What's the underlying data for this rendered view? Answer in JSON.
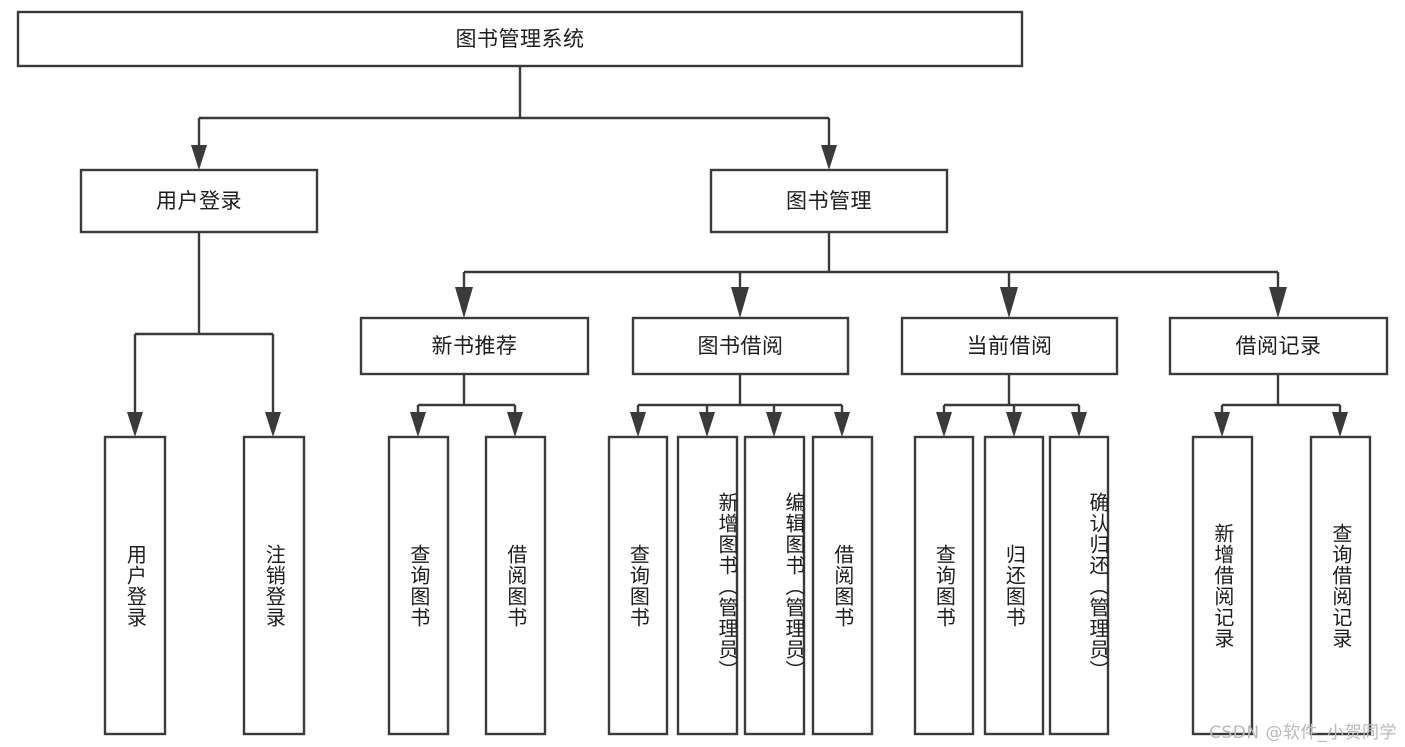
{
  "diagram": {
    "type": "tree-hierarchy",
    "title": "图书管理系统",
    "watermark": "CSDN @软件_小贺同学",
    "colors": {
      "stroke": "#3a3a3a",
      "fill": "#ffffff",
      "text": "#1d1d1d",
      "watermark": "#b9b9b9",
      "background": "#ffffff"
    },
    "levels": {
      "root": {
        "label": "图书管理系统"
      },
      "level2": [
        {
          "label": "用户登录"
        },
        {
          "label": "图书管理"
        }
      ],
      "level3": [
        {
          "label": "新书推荐"
        },
        {
          "label": "图书借阅"
        },
        {
          "label": "当前借阅"
        },
        {
          "label": "借阅记录"
        }
      ],
      "leaves": [
        {
          "label": "用户登录",
          "parent": "用户登录"
        },
        {
          "label": "注销登录",
          "parent": "用户登录"
        },
        {
          "label": "查询图书",
          "parent": "新书推荐"
        },
        {
          "label": "借阅图书",
          "parent": "新书推荐"
        },
        {
          "label": "查询图书",
          "parent": "图书借阅"
        },
        {
          "label": "新增图书（管理员）",
          "parent": "图书借阅"
        },
        {
          "label": "编辑图书（管理员）",
          "parent": "图书借阅"
        },
        {
          "label": "借阅图书",
          "parent": "图书借阅"
        },
        {
          "label": "查询图书",
          "parent": "当前借阅"
        },
        {
          "label": "归还图书",
          "parent": "当前借阅"
        },
        {
          "label": "确认归还（管理员）",
          "parent": "当前借阅"
        },
        {
          "label": "新增借阅记录",
          "parent": "借阅记录"
        },
        {
          "label": "查询借阅记录",
          "parent": "借阅记录"
        }
      ]
    }
  }
}
